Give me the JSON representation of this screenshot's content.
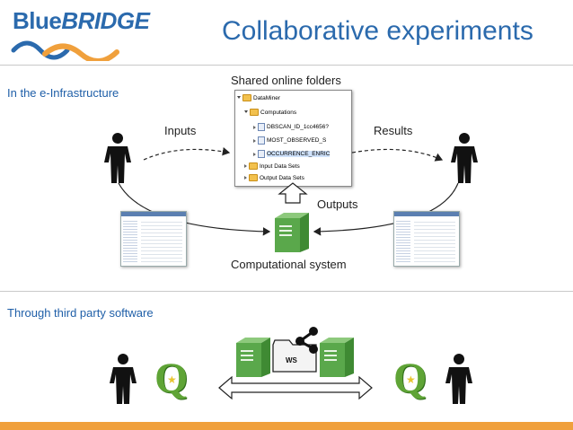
{
  "logo": {
    "blue": "Blue",
    "bridge": "BRIDGE"
  },
  "title": "Collaborative experiments",
  "section_infra": "In the e-Infrastructure",
  "section_third_party": "Through third party software",
  "shared_folders_label": "Shared online folders",
  "inputs_label": "Inputs",
  "results_label": "Results",
  "outputs_label": "Outputs",
  "computational_label": "Computational system",
  "ws_label": "WS",
  "qgis_glyph": "Q",
  "tree": {
    "root": "DataMiner",
    "computations": "Computations",
    "item1": "DBSCAN_ID_1cc4656?",
    "item2": "MOST_OBSERVED_S",
    "item3": "OCCURRENCE_ENRIC",
    "input_sets": "Input Data Sets",
    "output_sets": "Output Data Sets"
  },
  "colors": {
    "accent": "#2b6aad",
    "bottom_bar": "#f0a03c",
    "server": "#5aa84b",
    "qgis_green": "#5fa436",
    "qgis_yellow": "#e8c531"
  },
  "icons": [
    "person-icon",
    "server-icon",
    "folder-share-icon",
    "qgis-icon",
    "screenshot-thumbnail"
  ]
}
